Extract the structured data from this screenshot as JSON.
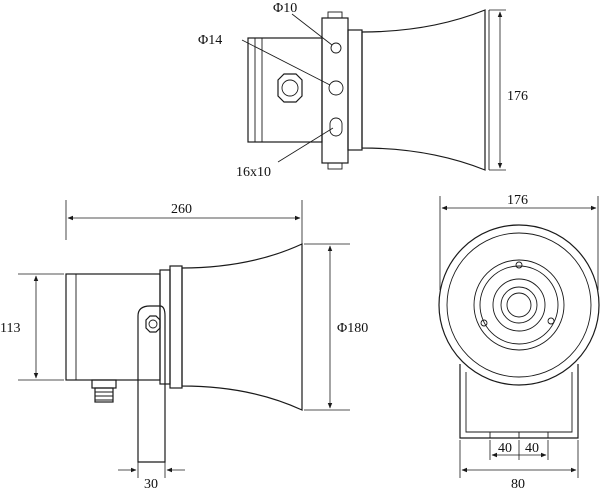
{
  "top_view": {
    "hole_small_label": "Φ10",
    "hole_large_label": "Φ14",
    "slot_label": "16x10",
    "height_label": "176"
  },
  "side_view": {
    "length_label": "260",
    "body_height_label": "113",
    "horn_diameter_label": "Φ180",
    "bracket_width_label": "30"
  },
  "front_view": {
    "width_label": "176",
    "hole_spacing_left_label": "40",
    "hole_spacing_right_label": "40",
    "base_width_label": "80"
  }
}
